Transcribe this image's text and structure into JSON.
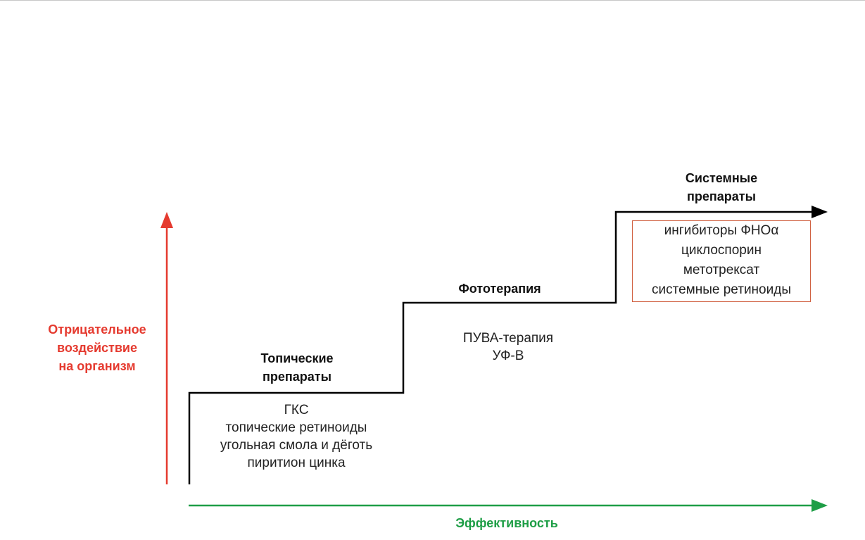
{
  "colors": {
    "negative_axis": "#e53a2f",
    "efficiency_axis": "#1e9e46",
    "steps_line": "#000000",
    "highlight_box": "#d06040"
  },
  "axes": {
    "y_label": [
      "Отрицательное",
      "воздействие",
      "на организм"
    ],
    "x_label": "Эффективность"
  },
  "stages": [
    {
      "title": [
        "Топические",
        "препараты"
      ],
      "items": [
        "ГКС",
        "топические ретиноиды",
        "угольная смола и дёготь",
        "пиритион цинка"
      ]
    },
    {
      "title": [
        "Фототерапия"
      ],
      "items": [
        "ПУВА-терапия",
        "УФ-В"
      ]
    },
    {
      "title": [
        "Системные",
        "препараты"
      ],
      "items": [
        "ингибиторы ФНОα",
        "циклоспорин",
        "метотрексат",
        "системные ретиноиды"
      ]
    }
  ]
}
